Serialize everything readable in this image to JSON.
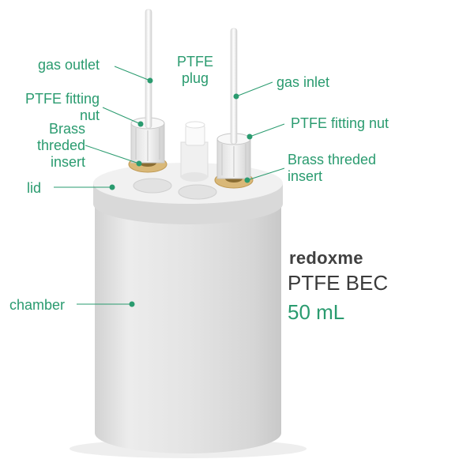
{
  "labels": {
    "gas_outlet": "gas outlet",
    "ptfe_plug": [
      "PTFE",
      "plug"
    ],
    "gas_inlet": "gas inlet",
    "fitting_nut_left": [
      "PTFE fitting",
      "nut"
    ],
    "fitting_nut_right": "PTFE fitting nut",
    "insert_left": [
      "Brass",
      "threded",
      "insert"
    ],
    "insert_right": [
      "Brass threded",
      "insert"
    ],
    "lid": "lid",
    "chamber": "chamber"
  },
  "brand": {
    "name": "redoxme",
    "product": "PTFE BEC",
    "volume": "50 mL"
  },
  "colors": {
    "accent": "#2a9b6f",
    "body": "#e6e6e6",
    "brass": "#d9b878",
    "text_dark": "#404040"
  }
}
